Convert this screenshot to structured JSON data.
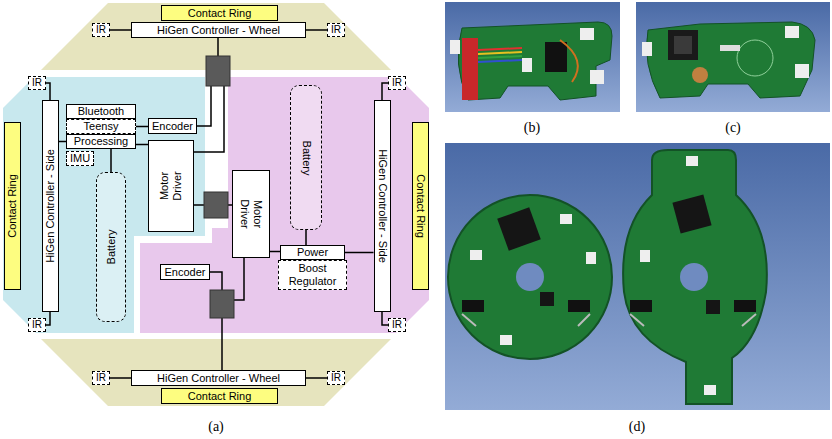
{
  "diagram": {
    "nodes": [
      {
        "text": [
          "Contact Ring"
        ]
      },
      {
        "text": [
          "HiGen Controller - Wheel"
        ]
      },
      {
        "text": [
          "IR"
        ]
      },
      {
        "text": [
          "IR"
        ]
      },
      {
        "text": [
          "Bluetooth"
        ]
      },
      {
        "text": [
          "Teensy"
        ]
      },
      {
        "text": [
          "Processing"
        ]
      },
      {
        "text": [
          "IMU"
        ]
      },
      {
        "text": [
          "Encoder"
        ]
      },
      {
        "text": [
          "Motor Driver"
        ]
      },
      {
        "text": [
          "Battery"
        ]
      },
      {
        "text": [
          "HiGen Controller - Side"
        ]
      },
      {
        "text": [
          "Contact Ring"
        ]
      },
      {
        "text": [
          "IR"
        ]
      },
      {
        "text": [
          "IR"
        ]
      },
      {
        "text": [
          "Battery"
        ]
      },
      {
        "text": [
          "Motor Driver"
        ]
      },
      {
        "text": [
          "Power"
        ]
      },
      {
        "text": [
          "Boost Regulator"
        ]
      },
      {
        "text": [
          "Encoder"
        ]
      },
      {
        "text": [
          "HiGen Controller - Side"
        ]
      },
      {
        "text": [
          "Contact Ring"
        ]
      },
      {
        "text": [
          "IR"
        ]
      },
      {
        "text": [
          "IR"
        ]
      },
      {
        "text": [
          "HiGen Controller - Wheel"
        ]
      },
      {
        "text": [
          "Contact Ring"
        ]
      },
      {
        "text": [
          "IR"
        ]
      },
      {
        "text": [
          "IR"
        ]
      }
    ],
    "edges": [
      {
        "from": 2,
        "to": 1,
        "arrow": "none"
      },
      {
        "from": 3,
        "to": 1,
        "arrow": "none"
      },
      {
        "from": 5,
        "to": 8,
        "arrow": "none"
      },
      {
        "from": 6,
        "to": 9,
        "arrow": "none"
      },
      {
        "from": 11,
        "to": 6,
        "arrow": "none"
      },
      {
        "from": 6,
        "to": 10,
        "arrow": "none"
      },
      {
        "from": 13,
        "to": 11,
        "arrow": "none"
      },
      {
        "from": 14,
        "to": 11,
        "arrow": "none"
      },
      {
        "from": 15,
        "to": 17,
        "arrow": "none"
      },
      {
        "from": 17,
        "to": 16,
        "arrow": "none"
      },
      {
        "from": 17,
        "to": 20,
        "arrow": "none"
      },
      {
        "from": 22,
        "to": 20,
        "arrow": "none"
      },
      {
        "from": 23,
        "to": 20,
        "arrow": "none"
      },
      {
        "from": 26,
        "to": 24,
        "arrow": "none"
      },
      {
        "from": 27,
        "to": 24,
        "arrow": "none"
      }
    ],
    "labels": [
      "(a)",
      "(b)",
      "(c)",
      "(d)"
    ]
  }
}
